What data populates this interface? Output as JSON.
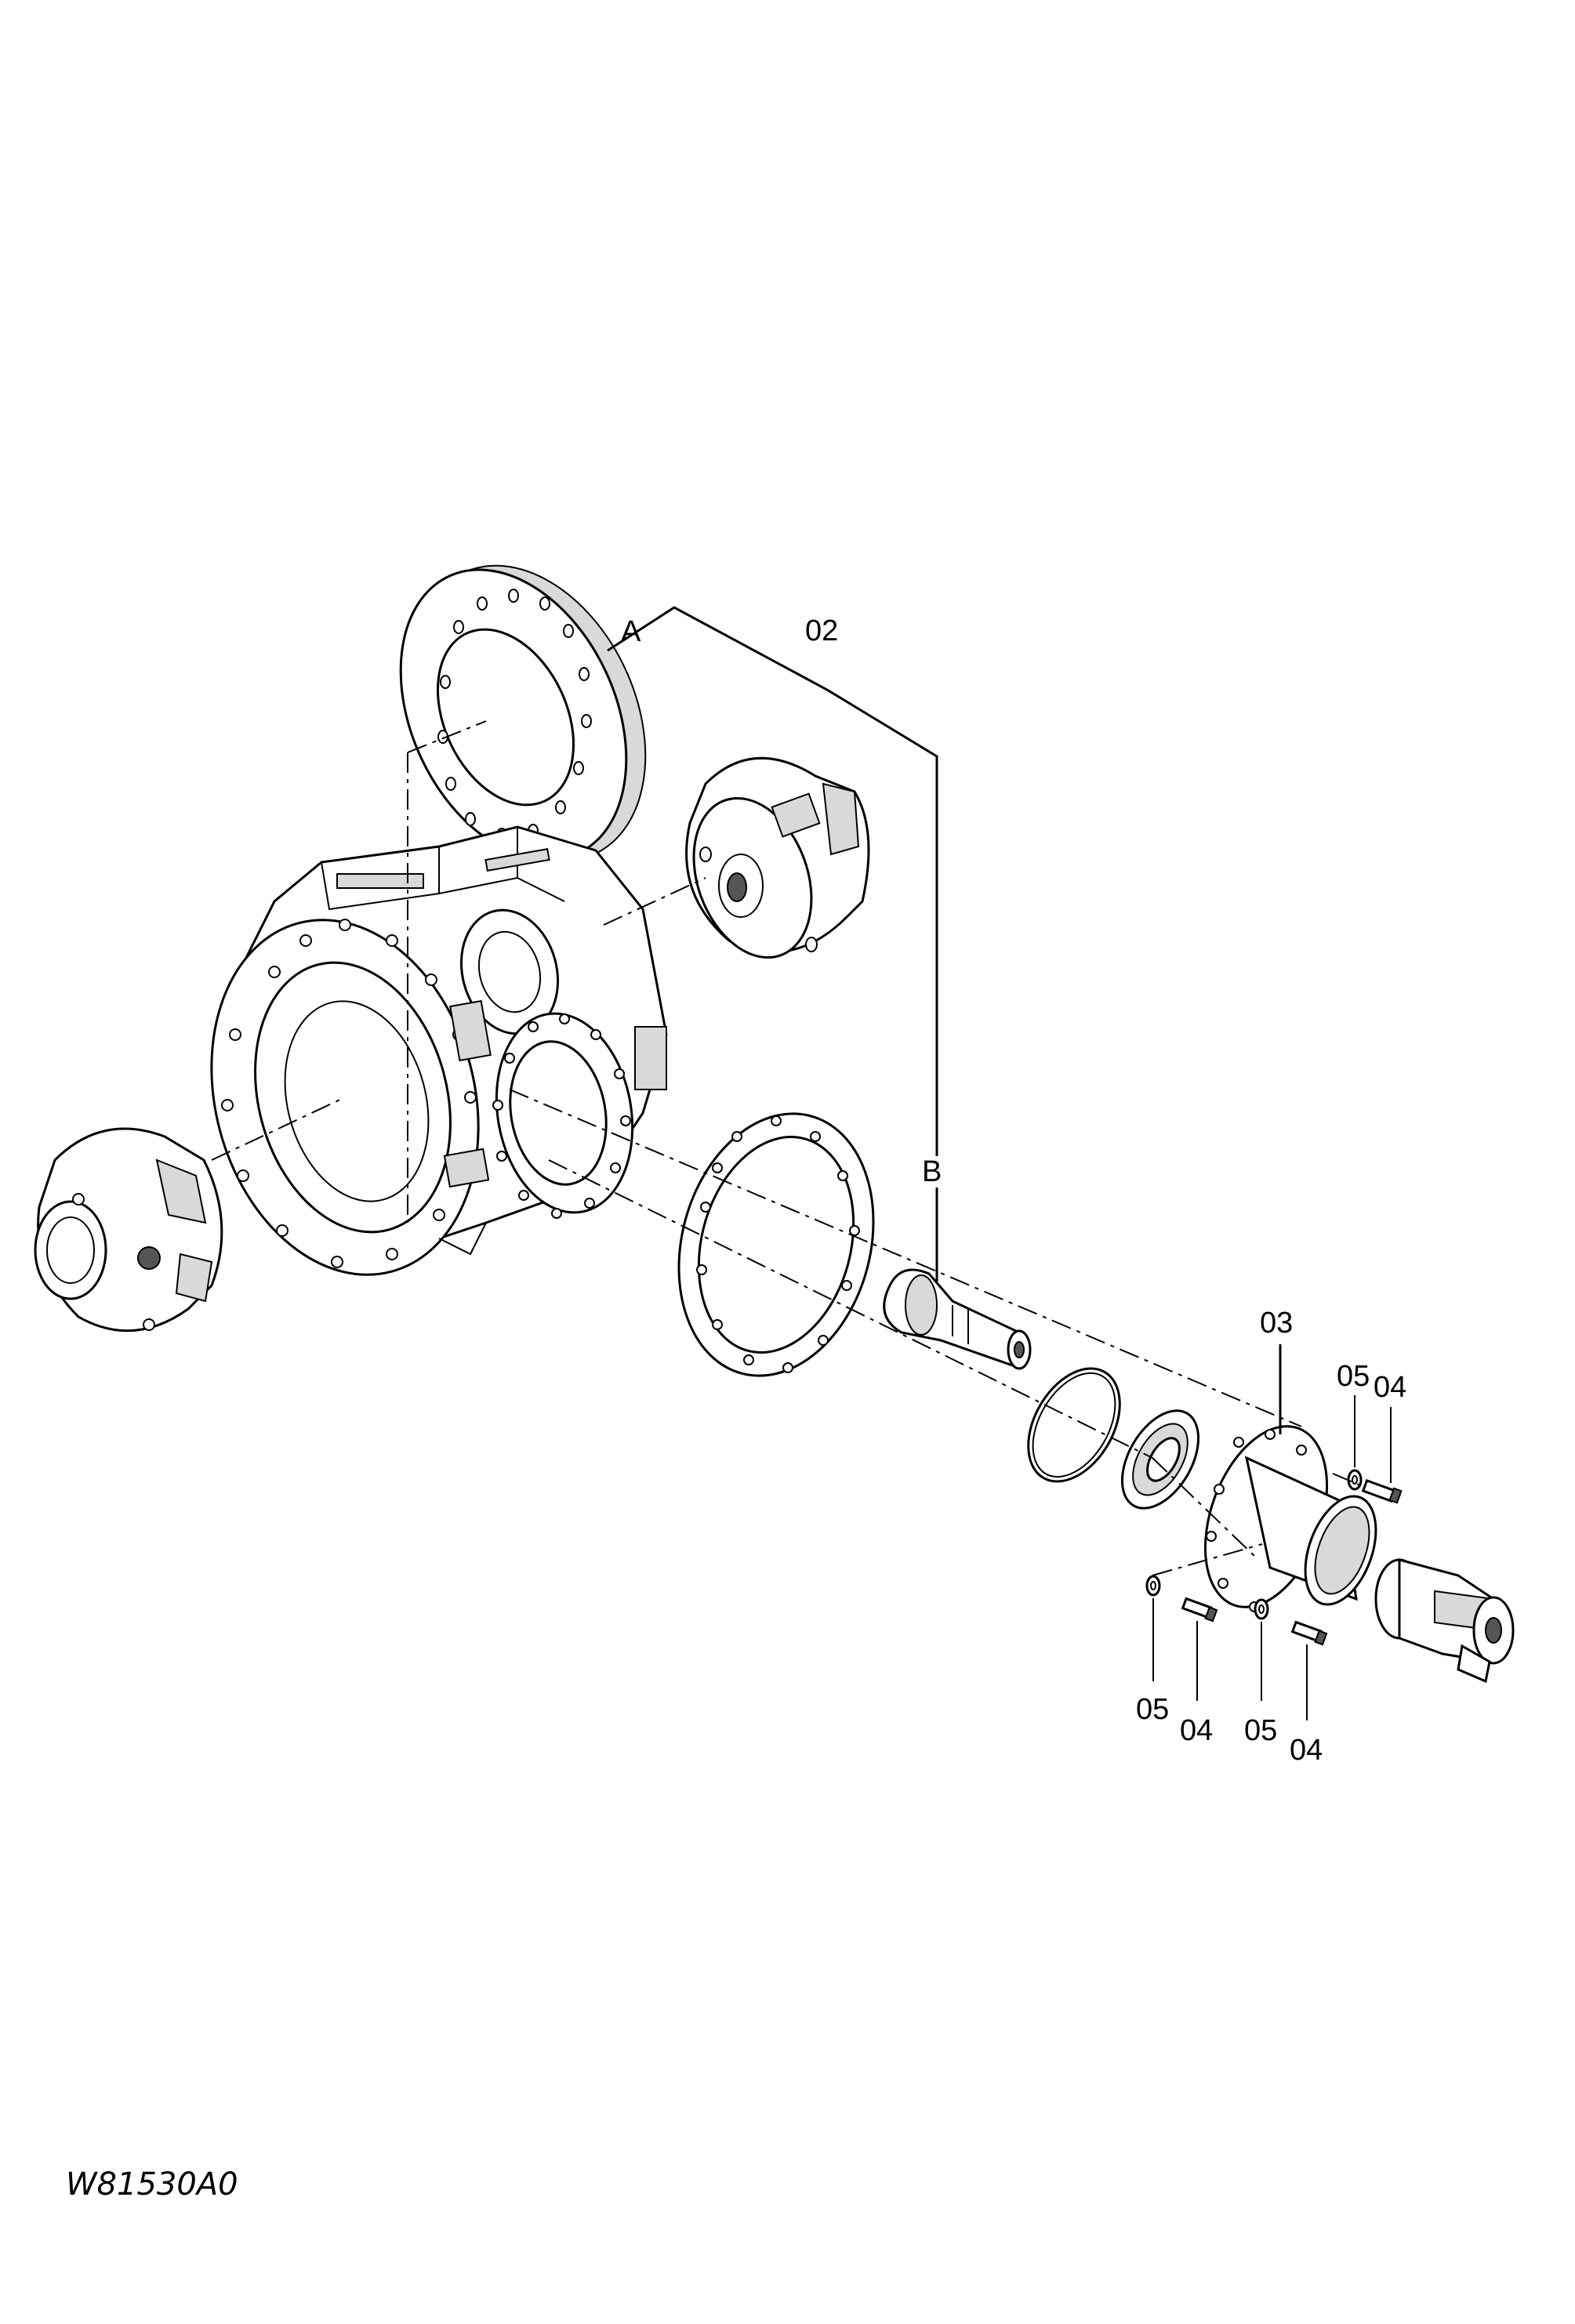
{
  "diagram": {
    "callouts": {
      "A": "A",
      "B": "B",
      "p02": "02",
      "p03": "03",
      "p05_top": "05",
      "p04_top": "04",
      "p05_l": "05",
      "p04_l": "04",
      "p05_r": "05",
      "p04_r": "04"
    },
    "drawing_code": "W81530A0"
  }
}
